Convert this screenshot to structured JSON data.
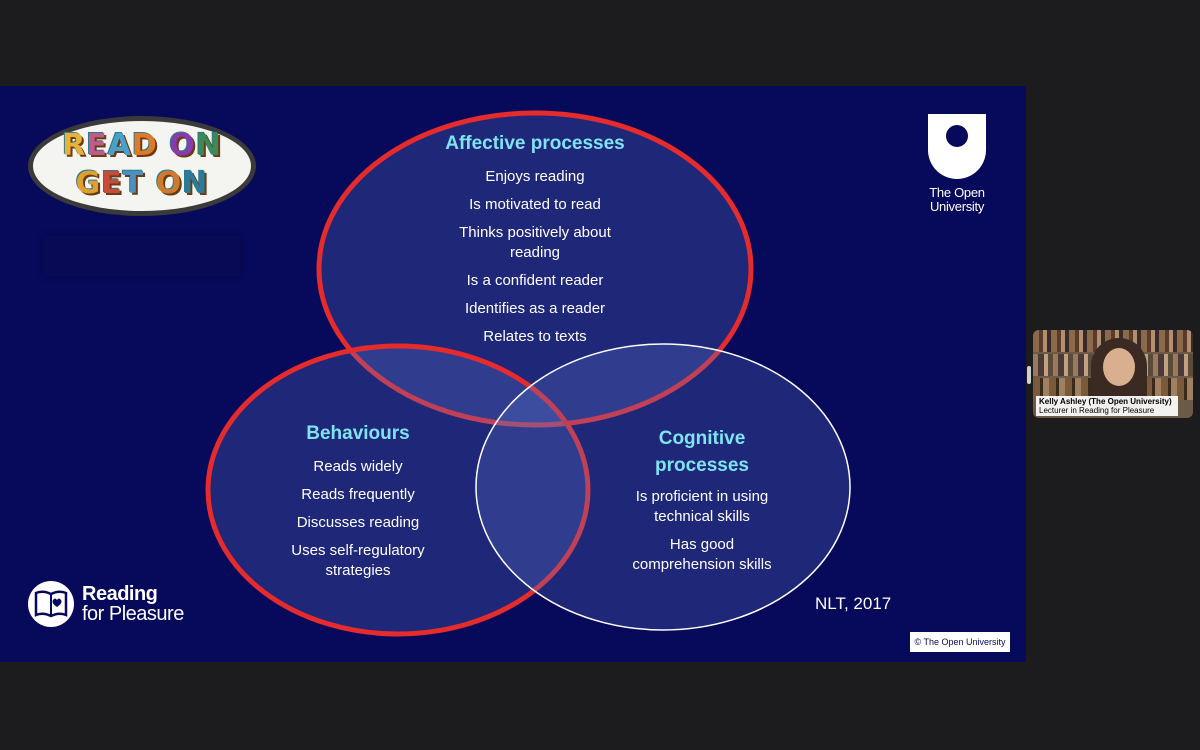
{
  "slide": {
    "logo_top_left": {
      "line1": "READ ON",
      "line2": "GET ON"
    },
    "university_logo": {
      "name": "The Open University"
    },
    "venn": {
      "affective": {
        "heading": "Affective processes",
        "items": [
          "Enjoys reading",
          "Is motivated to read",
          "Thinks positively about reading",
          "Is a confident reader",
          "Identifies as a reader",
          "Relates to texts"
        ]
      },
      "behaviours": {
        "heading": "Behaviours",
        "items": [
          "Reads widely",
          "Reads frequently",
          "Discusses reading",
          "Uses self-regulatory strategies"
        ]
      },
      "cognitive": {
        "heading": "Cognitive processes",
        "items": [
          "Is proficient in using technical skills",
          "Has good comprehension skills"
        ]
      }
    },
    "rfp_logo": {
      "line1": "Reading",
      "line2": "for Pleasure"
    },
    "citation": "NLT, 2017",
    "copyright": "© The Open University"
  },
  "participant": {
    "name": "Kelly Ashley (The Open University)",
    "role": "Lecturer in Reading for Pleasure"
  },
  "colors": {
    "slide_bg": "#07095a",
    "heading": "#7fe3f2",
    "highlight_ring": "#e52b2b",
    "outer_frame": "#1c1c1e"
  }
}
